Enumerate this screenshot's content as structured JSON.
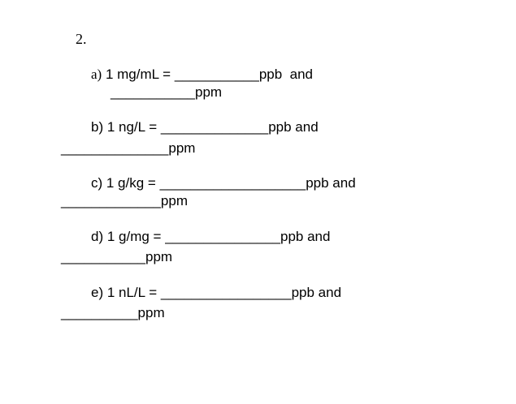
{
  "question": {
    "number": "2."
  },
  "items": [
    {
      "label": "a)",
      "line1": " 1 mg/mL = ___________ppb  and",
      "line2": "___________ppm"
    },
    {
      "label": "b) 1 ng/L = ",
      "line1": "______________ppb and",
      "line2": "______________ppm"
    },
    {
      "label": "c) 1 g/kg = ",
      "line1": "___________________ppb and",
      "line2": "_____________ppm"
    },
    {
      "label": "d) 1 g/mg = ",
      "line1": "_______________ppb and",
      "line2": "___________ppm"
    },
    {
      "label": "e) 1 nL/L = ",
      "line1": "_________________ppb and",
      "line2": "__________ppm"
    }
  ]
}
